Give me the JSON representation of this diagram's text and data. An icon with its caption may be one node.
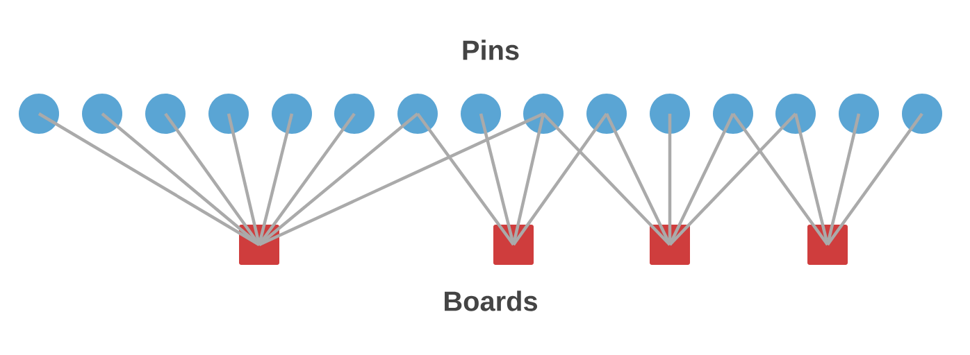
{
  "diagram": {
    "nodes": [
      {
        "text": [],
        "shape": "circle"
      },
      {
        "text": [],
        "shape": "circle"
      },
      {
        "text": [],
        "shape": "circle"
      },
      {
        "text": [],
        "shape": "circle"
      },
      {
        "text": [],
        "shape": "circle"
      },
      {
        "text": [],
        "shape": "circle"
      },
      {
        "text": [],
        "shape": "circle"
      },
      {
        "text": [],
        "shape": "circle"
      },
      {
        "text": [],
        "shape": "circle"
      },
      {
        "text": [],
        "shape": "circle"
      },
      {
        "text": [],
        "shape": "circle"
      },
      {
        "text": [],
        "shape": "circle"
      },
      {
        "text": [],
        "shape": "circle"
      },
      {
        "text": [],
        "shape": "circle"
      },
      {
        "text": [],
        "shape": "circle"
      },
      {
        "text": [],
        "shape": "box"
      },
      {
        "text": [],
        "shape": "box"
      },
      {
        "text": [],
        "shape": "box"
      },
      {
        "text": [],
        "shape": "box"
      }
    ],
    "edges": [
      {
        "from": 0,
        "to": 15,
        "arrow": "none"
      },
      {
        "from": 1,
        "to": 15,
        "arrow": "none"
      },
      {
        "from": 2,
        "to": 15,
        "arrow": "none"
      },
      {
        "from": 3,
        "to": 15,
        "arrow": "none"
      },
      {
        "from": 4,
        "to": 15,
        "arrow": "none"
      },
      {
        "from": 5,
        "to": 15,
        "arrow": "none"
      },
      {
        "from": 6,
        "to": 15,
        "arrow": "none"
      },
      {
        "from": 6,
        "to": 16,
        "arrow": "none"
      },
      {
        "from": 7,
        "to": 16,
        "arrow": "none"
      },
      {
        "from": 8,
        "to": 15,
        "arrow": "none"
      },
      {
        "from": 8,
        "to": 16,
        "arrow": "none"
      },
      {
        "from": 8,
        "to": 17,
        "arrow": "none"
      },
      {
        "from": 9,
        "to": 16,
        "arrow": "none"
      },
      {
        "from": 9,
        "to": 17,
        "arrow": "none"
      },
      {
        "from": 10,
        "to": 17,
        "arrow": "none"
      },
      {
        "from": 11,
        "to": 17,
        "arrow": "none"
      },
      {
        "from": 11,
        "to": 18,
        "arrow": "none"
      },
      {
        "from": 12,
        "to": 17,
        "arrow": "none"
      },
      {
        "from": 12,
        "to": 18,
        "arrow": "none"
      },
      {
        "from": 13,
        "to": 18,
        "arrow": "none"
      },
      {
        "from": 14,
        "to": 18,
        "arrow": "none"
      }
    ],
    "labels": [
      "Pins",
      "Boards"
    ]
  }
}
